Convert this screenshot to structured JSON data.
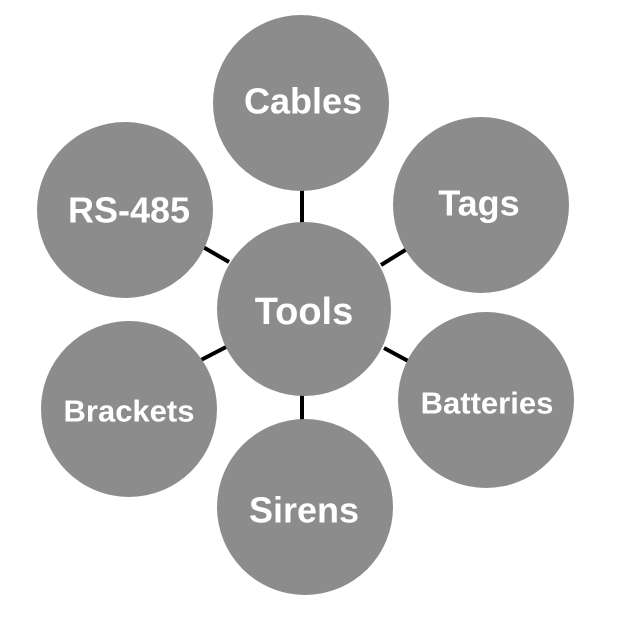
{
  "diagram": {
    "center": {
      "label": "Tools"
    },
    "nodes": [
      {
        "id": "cables",
        "label": "Cables"
      },
      {
        "id": "tags",
        "label": "Tags"
      },
      {
        "id": "batteries",
        "label": "Batteries"
      },
      {
        "id": "sirens",
        "label": "Sirens"
      },
      {
        "id": "brackets",
        "label": "Brackets"
      },
      {
        "id": "rs485",
        "label": "RS-485"
      }
    ],
    "colors": {
      "node_fill": "#8c8c8c",
      "text": "#ffffff",
      "connector": "#000000"
    }
  }
}
